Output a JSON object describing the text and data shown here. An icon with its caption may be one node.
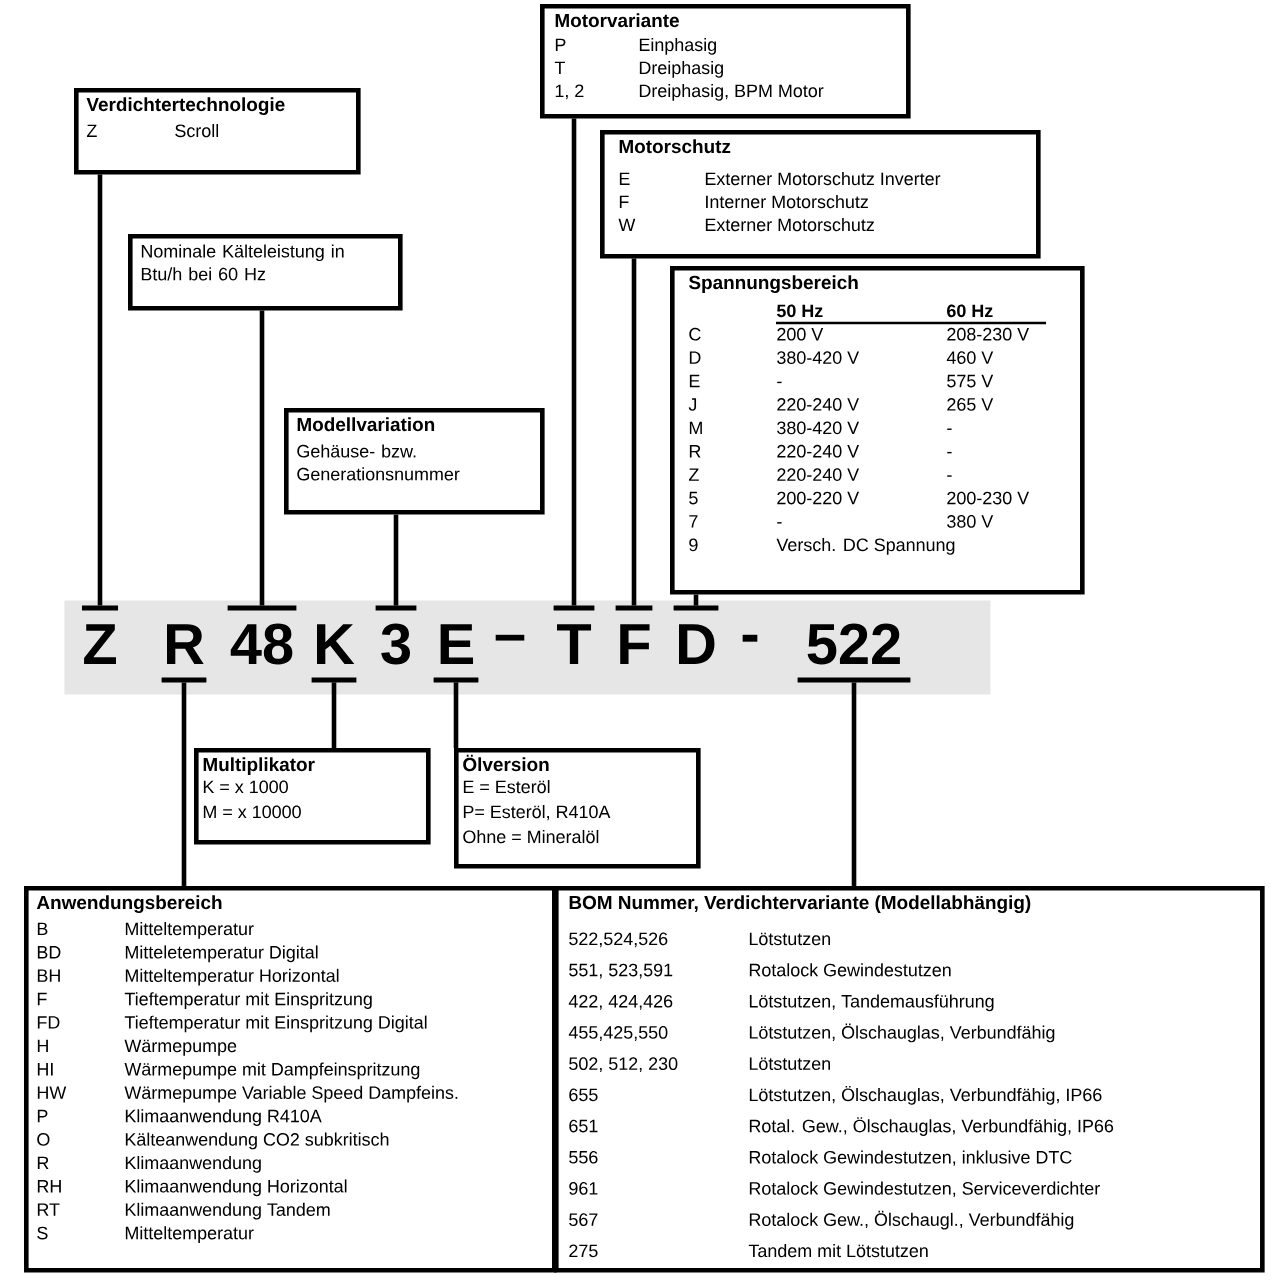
{
  "diagram": {
    "nodes": [
      {
        "text": [
          "Motorvariante",
          "P",
          "Einphasig",
          "T",
          "Dreiphasig",
          "1, 2",
          "Dreiphasig, BPM Motor"
        ]
      },
      {
        "text": [
          "Verdichtertechnologie",
          "Z",
          "Scroll"
        ]
      },
      {
        "text": [
          "Motorschutz",
          "E",
          "Externer Motorschutz Inverter",
          "F",
          "Interner Motorschutz",
          "W",
          "Externer Motorschutz"
        ]
      },
      {
        "text": [
          "Nominale Kälteleistung in Btu/h bei 60 Hz"
        ]
      },
      {
        "text": [
          "Spannungsbereich",
          "50 Hz",
          "60 Hz",
          "C",
          "200 V",
          "208-230 V",
          "D",
          "380-420 V",
          "460 V",
          "E",
          "-",
          "575 V",
          "J",
          "220-240 V",
          "265 V",
          "M",
          "380-420 V",
          "-",
          "R",
          "220-240 V",
          "-",
          "Z",
          "220-240 V",
          "-",
          "5",
          "200-220 V",
          "200-230 V",
          "7",
          "-",
          "380 V",
          "9",
          "Versch. DC Spannung"
        ]
      },
      {
        "text": [
          "Modellvariation",
          "Gehäuse- bzw. Generationsnummer"
        ]
      },
      {
        "text": [],
        "shape": "bar"
      },
      {
        "text": [
          "Z"
        ],
        "in": 6
      },
      {
        "text": [
          "R"
        ],
        "in": 6
      },
      {
        "text": [
          "48"
        ],
        "in": 6
      },
      {
        "text": [
          "K"
        ],
        "in": 6
      },
      {
        "text": [
          "3"
        ],
        "in": 6
      },
      {
        "text": [
          "E"
        ],
        "in": 6
      },
      {
        "text": [
          "–"
        ],
        "in": 6
      },
      {
        "text": [
          "T"
        ],
        "in": 6
      },
      {
        "text": [
          "F"
        ],
        "in": 6
      },
      {
        "text": [
          "D"
        ],
        "in": 6
      },
      {
        "text": [
          "-"
        ],
        "in": 6
      },
      {
        "text": [
          "522"
        ],
        "in": 6
      },
      {
        "text": [
          "Multiplikator",
          "K = x 1000",
          "M = x 10000"
        ]
      },
      {
        "text": [
          "Ölversion",
          "E = Esteröl",
          "P= Esteröl, R410A",
          "Ohne = Mineralöl"
        ]
      },
      {
        "text": [
          "Anwendungsbereich",
          "B",
          "Mitteltemperatur",
          "BD",
          "Mitteletemperatur Digital",
          "BH",
          "Mitteltemperatur Horizontal",
          "F",
          "Tieftemperatur mit Einspritzung",
          "FD",
          "Tieftemperatur mit Einspritzung Digital",
          "H",
          "Wärmepumpe",
          "HI",
          "Wärmepumpe mit Dampfeinspritzung",
          "HW",
          "Wärmepumpe Variable Speed Dampfeins.",
          "P",
          "Klimaanwendung R410A",
          "O",
          "Kälteanwendung CO2 subkritisch",
          "R",
          "Klimaanwendung",
          "RH",
          "Klimaanwendung Horizontal",
          "RT",
          "Klimaanwendung Tandem",
          "S",
          "Mitteltemperatur"
        ]
      },
      {
        "text": [
          "BOM Nummer, Verdichtervariante (Modellabhängig)",
          "522,524,526",
          "Lötstutzen",
          "551, 523,591",
          "Rotalock Gewindestutzen",
          "422, 424,426",
          "Lötstutzen, Tandemausführung",
          "455,425,550",
          "Lötstutzen, Ölschauglas, Verbundfähig",
          "502, 512, 230",
          "Lötstutzen",
          "655",
          "Lötstutzen, Ölschauglas, Verbundfähig, IP66",
          "651",
          "Rotal. Gew., Ölschauglas, Verbundfähig, IP66",
          "556",
          "Rotalock Gewindestutzen, inklusive DTC",
          "961",
          "Rotalock Gewindestutzen, Serviceverdichter",
          "567",
          "Rotalock Gew., Ölschaugl., Verbundfähig",
          "275",
          "Tandem mit Lötstutzen"
        ]
      }
    ],
    "edges": [
      {
        "from": 1,
        "to": 7,
        "arrow": "none"
      },
      {
        "from": 21,
        "to": 8,
        "arrow": "none"
      },
      {
        "from": 3,
        "to": 9,
        "arrow": "none"
      },
      {
        "from": 19,
        "to": 10,
        "arrow": "none"
      },
      {
        "from": 5,
        "to": 11,
        "arrow": "none"
      },
      {
        "from": 20,
        "to": 12,
        "arrow": "none"
      },
      {
        "from": 0,
        "to": 14,
        "arrow": "none"
      },
      {
        "from": 2,
        "to": 15,
        "arrow": "none"
      },
      {
        "from": 4,
        "to": 16,
        "arrow": "none"
      },
      {
        "from": 22,
        "to": 18,
        "arrow": "none"
      }
    ]
  }
}
